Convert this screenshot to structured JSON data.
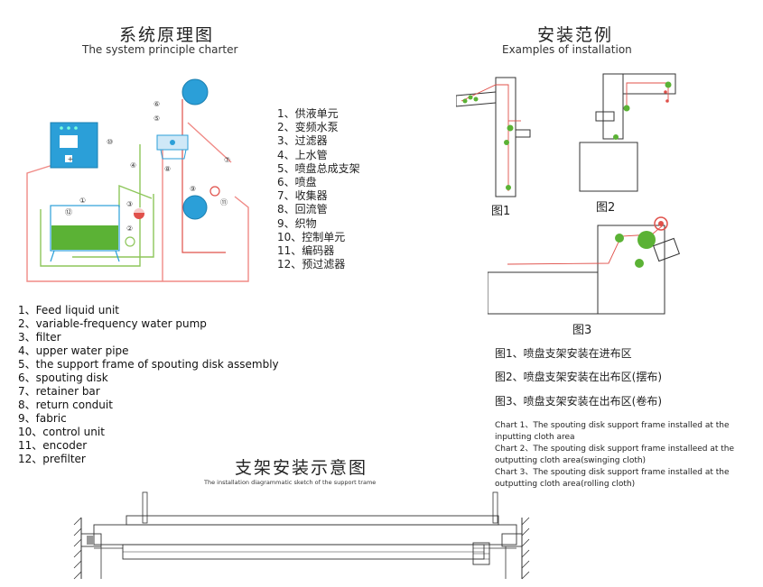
{
  "left": {
    "title_cn": "系统原理图",
    "title_en": "The system principle charter",
    "callouts": [
      "⑥",
      "⑤",
      "⑦",
      "⑩",
      "④",
      "⑧",
      "⑨",
      "⑪",
      "①",
      "③",
      "⑫",
      "②"
    ],
    "legend_cn": [
      "1、供液单元",
      "2、变频水泵",
      "3、过滤器",
      "4、上水管",
      "5、喷盘总成支架",
      "6、喷盘",
      "7、收集器",
      "8、回流管",
      "9、织物",
      "10、控制单元",
      "11、编码器",
      "12、预过滤器"
    ],
    "legend_en": [
      "1、Feed liquid unit",
      "2、variable-frequency water pump",
      "3、filter",
      "4、upper water pipe",
      "5、the support frame of spouting disk assembly",
      "6、spouting disk",
      "7、retainer bar",
      "8、return conduit",
      "9、fabric",
      "10、control unit",
      "11、encoder",
      "12、prefilter"
    ]
  },
  "right": {
    "title_cn": "安装范例",
    "title_en": "Examples of installation",
    "fig1": "图1",
    "fig2": "图2",
    "fig3": "图3",
    "desc_cn": [
      "图1、喷盘支架安装在进布区",
      "图2、喷盘支架安装在出布区(摆布)",
      "图3、喷盘支架安装在出布区(卷布)"
    ],
    "desc_en": [
      "Chart 1、The spouting disk support frame installed at the inputting cloth area",
      "Chart 2、The spouting disk support frame installeed at the outputting cloth area(swinging cloth)",
      "Chart 3、The spouting disk support frame installed at the outputting cloth area(rolling cloth)"
    ]
  },
  "bottom": {
    "title_cn": "支架安装示意图",
    "title_en": "The installation diagrammatic sketch of the support trame"
  },
  "colors": {
    "blue": "#2b9fd8",
    "green": "#5bb235",
    "red": "#e0504a",
    "pink": "#f08a86",
    "lime": "#8dc65a"
  }
}
